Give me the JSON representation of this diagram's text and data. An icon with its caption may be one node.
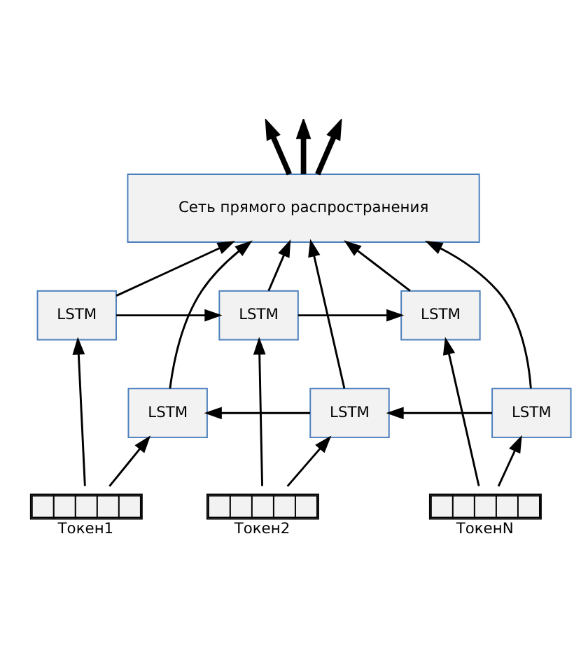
{
  "diagram": {
    "nodes": [
      {
        "text": [
          "Сеть прямого распространения"
        ]
      },
      {
        "text": [
          "LSTM"
        ]
      },
      {
        "text": [
          "LSTM"
        ]
      },
      {
        "text": [
          "LSTM"
        ]
      },
      {
        "text": [
          "LSTM"
        ]
      },
      {
        "text": [
          "LSTM"
        ]
      },
      {
        "text": [
          "LSTM"
        ]
      },
      {
        "text": [],
        "shape": "bar",
        "beside": [
          "Токен1"
        ]
      },
      {
        "text": [],
        "shape": "bar",
        "beside": [
          "Токен2"
        ]
      },
      {
        "text": [],
        "shape": "bar",
        "beside": [
          "ТокенN"
        ]
      }
    ],
    "edges": [
      {
        "from": 0,
        "to": null,
        "arrow": "to",
        "style": "thick"
      },
      {
        "from": 0,
        "to": null,
        "arrow": "to",
        "style": "thick"
      },
      {
        "from": 0,
        "to": null,
        "arrow": "to",
        "style": "thick"
      },
      {
        "from": 1,
        "to": 0,
        "arrow": "to"
      },
      {
        "from": 4,
        "to": 0,
        "arrow": "to"
      },
      {
        "from": 2,
        "to": 0,
        "arrow": "to"
      },
      {
        "from": 5,
        "to": 0,
        "arrow": "to"
      },
      {
        "from": 3,
        "to": 0,
        "arrow": "to"
      },
      {
        "from": 6,
        "to": 0,
        "arrow": "to"
      },
      {
        "from": 1,
        "to": 2,
        "arrow": "to"
      },
      {
        "from": 2,
        "to": 3,
        "arrow": "to"
      },
      {
        "from": 6,
        "to": 5,
        "arrow": "to"
      },
      {
        "from": 5,
        "to": 4,
        "arrow": "to"
      },
      {
        "from": 7,
        "to": 1,
        "arrow": "to"
      },
      {
        "from": 7,
        "to": 4,
        "arrow": "to"
      },
      {
        "from": 8,
        "to": 2,
        "arrow": "to"
      },
      {
        "from": 8,
        "to": 5,
        "arrow": "to"
      },
      {
        "from": 9,
        "to": 3,
        "arrow": "to"
      },
      {
        "from": 9,
        "to": 6,
        "arrow": "to"
      }
    ]
  }
}
